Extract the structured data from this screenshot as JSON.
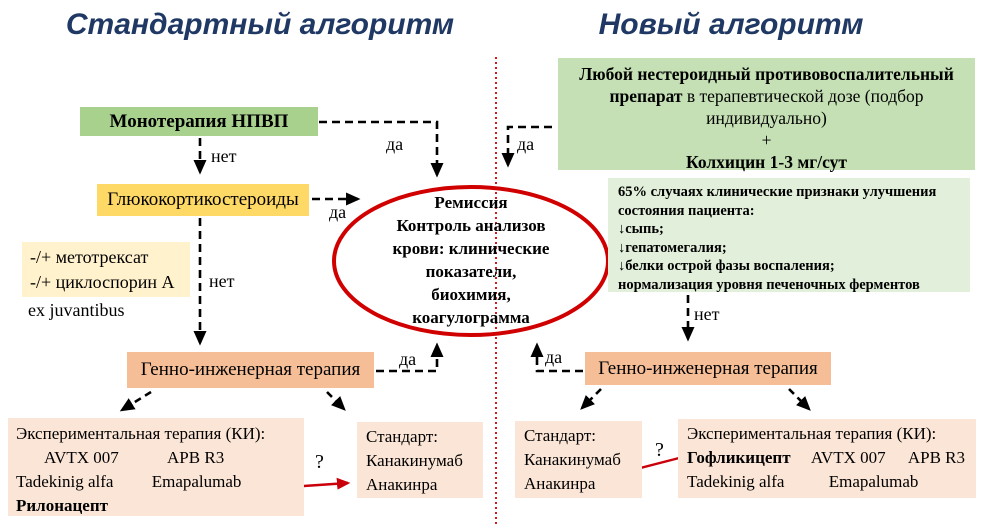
{
  "titles": {
    "left": "Стандартный алгоритм",
    "right": "Новый алгоритм"
  },
  "labels": {
    "yes": "да",
    "no": "нет",
    "question": "?"
  },
  "left_algo": {
    "monotherapy": "Монотерапия  НПВП",
    "glucocorticoids": "Глюкокортикостероиды",
    "adjunct_line1": "-/+ метотрексат",
    "adjunct_line2": "-/+ циклоспорин А",
    "ex_juvantibus": "ex juvantibus",
    "gene_therapy": "Генно-инженерная терапия",
    "experimental": {
      "title": "Экспериментальная терапия (КИ):",
      "drug1": "AVTX 007",
      "drug2": "APB R3",
      "drug3": "Tadekinig alfa",
      "drug4": "Emapalumab",
      "drug_bold": "Рилонацепт"
    },
    "standard": {
      "title": "Стандарт:",
      "drug1": "Канакинумаб",
      "drug2": "Анакинра"
    }
  },
  "remission": {
    "line1": "Ремиссия",
    "line2": "Контроль анализов",
    "line3": "крови: клинические",
    "line4": "показатели,",
    "line5": "биохимия,",
    "line6": "коагулограмма"
  },
  "right_algo": {
    "nsaid_bold": "Любой нестероидный противовоспалительный препарат",
    "nsaid_rest": " в терапевтической дозе (подбор индивидуально)",
    "plus": "+",
    "colchicine": "Колхицин 1-3 мг/сут",
    "improvement": {
      "line1": "65% случаях клинические признаки улучшения состояния пациента:",
      "line2": "↓сыпь;",
      "line3": "↓гепатомегалия;",
      "line4": "↓белки острой фазы воспаления;",
      "line5": " нормализация уровня печеночных ферментов"
    },
    "gene_therapy": "Генно-инженерная терапия",
    "standard": {
      "title": "Стандарт:",
      "drug1": "Канакинумаб",
      "drug2": "Анакинра"
    },
    "experimental": {
      "title": "Экспериментальная терапия (КИ):",
      "drug_bold": "Гофликицепт",
      "drug1": "AVTX 007",
      "drug2": "APB R3",
      "drug3": "Tadekinig alfa",
      "drug4": "Emapalumab"
    }
  },
  "colors": {
    "green_medium": "#A9D18E",
    "green_light": "#C5E0B4",
    "green_pale": "#E2EFDA",
    "yellow": "#FFD966",
    "yellow_pale": "#FFF2CC",
    "orange": "#F5BE97",
    "peach": "#FBE5D6",
    "red": "#C9000A",
    "title_blue": "#1F3864"
  }
}
